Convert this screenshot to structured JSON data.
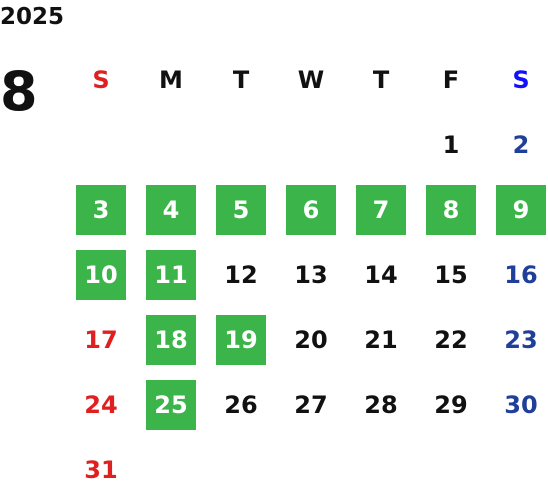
{
  "year": "2025",
  "month": "8",
  "weekdays": [
    "S",
    "M",
    "T",
    "W",
    "T",
    "F",
    "S"
  ],
  "weeks": [
    [
      "",
      "",
      "",
      "",
      "",
      "1",
      "2"
    ],
    [
      "3",
      "4",
      "5",
      "6",
      "7",
      "8",
      "9"
    ],
    [
      "10",
      "11",
      "12",
      "13",
      "14",
      "15",
      "16"
    ],
    [
      "17",
      "18",
      "19",
      "20",
      "21",
      "22",
      "23"
    ],
    [
      "24",
      "25",
      "26",
      "27",
      "28",
      "29",
      "30"
    ],
    [
      "31",
      "",
      "",
      "",
      "",
      "",
      ""
    ]
  ],
  "highlighted_days": [
    "3",
    "4",
    "5",
    "6",
    "7",
    "8",
    "9",
    "10",
    "11",
    "18",
    "19",
    "25"
  ],
  "colors": {
    "highlight": "#3bb54a",
    "sunday": "#e02020",
    "saturday": "#1f3f99",
    "saturday_header": "#1111ff",
    "text": "#111111"
  }
}
